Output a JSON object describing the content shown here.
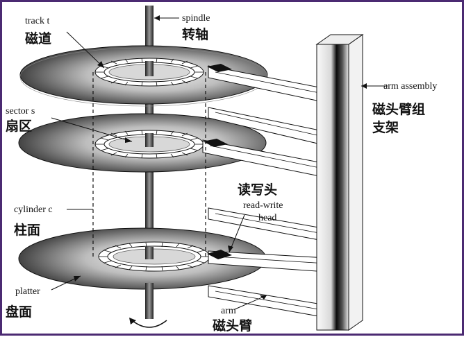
{
  "labels": {
    "track_en": "track t",
    "track_zh": "磁道",
    "spindle_en": "spindle",
    "spindle_zh": "转轴",
    "sector_en": "sector s",
    "sector_zh": "扇区",
    "cylinder_en": "cylinder c",
    "cylinder_zh": "柱面",
    "platter_en": "platter",
    "platter_zh": "盘面",
    "arm_assembly_en": "arm assembly",
    "arm_assembly_zh_1": "磁头臂组",
    "arm_assembly_zh_2": "支架",
    "rw_head_zh": "读写头",
    "rw_head_en_1": "read-write",
    "rw_head_en_2": "head",
    "arm_en": "arm",
    "arm_zh": "磁头臂"
  },
  "colors": {
    "frame": "#4b2a72",
    "platter_dark": "#2e2e2e",
    "platter_light": "#f2f2f2",
    "head": "#111111"
  }
}
